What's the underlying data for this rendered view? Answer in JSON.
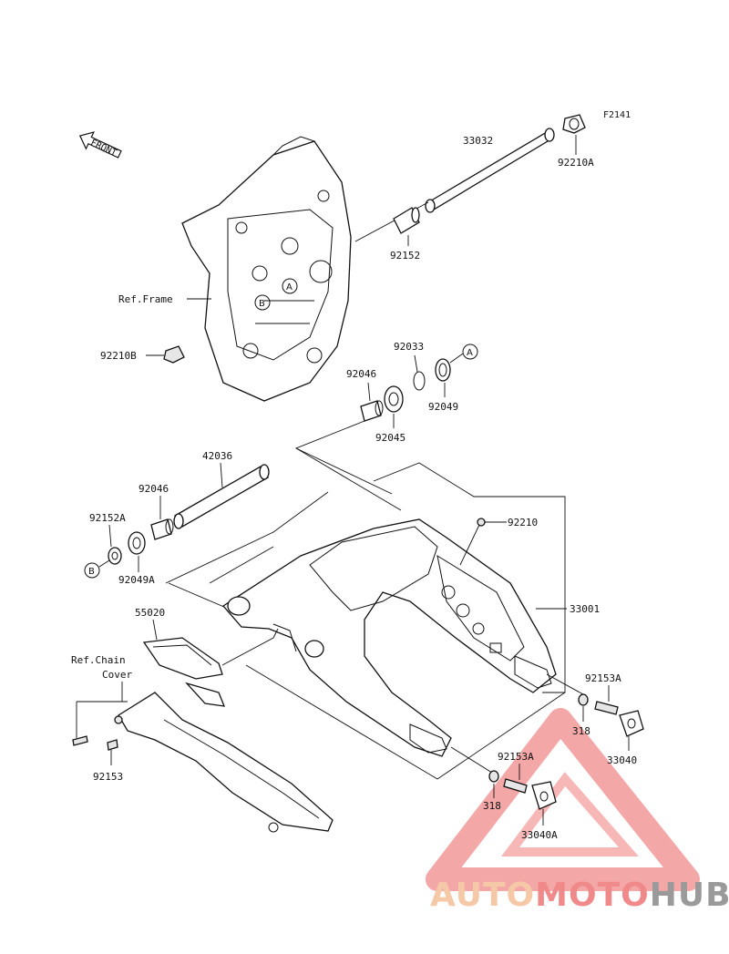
{
  "diagram_code": "F2141",
  "front_label": "FRONT",
  "callouts": {
    "a": "A",
    "b": "B"
  },
  "labels": {
    "p33032": "33032",
    "p92210A": "92210A",
    "p92152": "92152",
    "ref_frame": "Ref.Frame",
    "p92210B": "92210B",
    "p92033": "92033",
    "p92046_upper": "92046",
    "p92049": "92049",
    "p92045": "92045",
    "p42036": "42036",
    "p92046_lower": "92046",
    "p92152A": "92152A",
    "p92049A": "92049A",
    "p92210": "92210",
    "p33001": "33001",
    "p55020": "55020",
    "ref_chain_line1": "Ref.Chain",
    "ref_chain_line2": "Cover",
    "p92153A_right": "92153A",
    "p318_right": "318",
    "p33040": "33040",
    "p92153": "92153",
    "p92153A_lower": "92153A",
    "p318_lower": "318",
    "p33040A": "33040A"
  },
  "watermark": {
    "part1": "AUTO",
    "part2": "MOTO",
    "part3": "HUB",
    "color_light": "#f5c9a8",
    "color_mid": "#f08a8a",
    "color_dark": "#9a9a9a"
  }
}
